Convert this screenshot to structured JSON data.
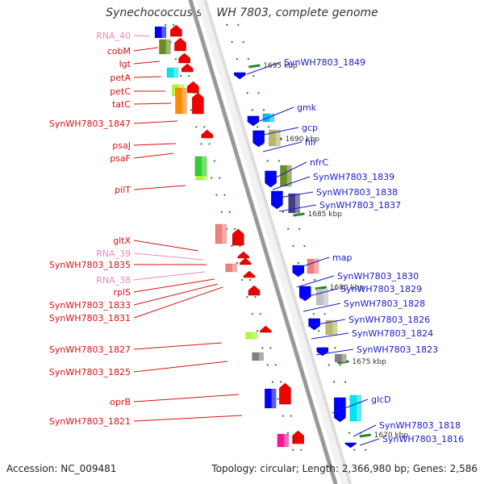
{
  "title": "Synechococcus sp. WH 7803, complete genome",
  "footer": {
    "accession": "Accession: NC_009481",
    "summary": "Topology: circular; Length: 2,366,980 bp; Genes: 2,586"
  },
  "colors": {
    "backbone": "#999999",
    "left_gene_label": "#dd1111",
    "left_rna_label": "#ee88bb",
    "right_gene_label": "#1a1acc",
    "tick": "#228822"
  },
  "coordinates": [
    {
      "label": "1695 kbp"
    },
    {
      "label": "1690 kbp"
    },
    {
      "label": "1685 kbp"
    },
    {
      "label": "1680 kbp"
    },
    {
      "label": "1675 kbp"
    },
    {
      "label": "1670 kbp"
    }
  ],
  "left_labels": [
    {
      "text": "RNA_40",
      "kind": "rna"
    },
    {
      "text": "cobM",
      "kind": "gene"
    },
    {
      "text": "lgt",
      "kind": "gene"
    },
    {
      "text": "petA",
      "kind": "gene"
    },
    {
      "text": "petC",
      "kind": "gene"
    },
    {
      "text": "tatC",
      "kind": "gene"
    },
    {
      "text": "SynWH7803_1847",
      "kind": "gene"
    },
    {
      "text": "psaJ",
      "kind": "gene"
    },
    {
      "text": "psaF",
      "kind": "gene"
    },
    {
      "text": "pilT",
      "kind": "gene"
    },
    {
      "text": "gltX",
      "kind": "gene"
    },
    {
      "text": "RNA_39",
      "kind": "rna"
    },
    {
      "text": "SynWH7803_1835",
      "kind": "gene"
    },
    {
      "text": "RNA_38",
      "kind": "rna"
    },
    {
      "text": "rplS",
      "kind": "gene"
    },
    {
      "text": "SynWH7803_1833",
      "kind": "gene"
    },
    {
      "text": "SynWH7803_1831",
      "kind": "gene"
    },
    {
      "text": "SynWH7803_1827",
      "kind": "gene"
    },
    {
      "text": "SynWH7803_1825",
      "kind": "gene"
    },
    {
      "text": "oprB",
      "kind": "gene"
    },
    {
      "text": "SynWH7803_1821",
      "kind": "gene"
    }
  ],
  "right_labels": [
    {
      "text": "SynWH7803_1849"
    },
    {
      "text": "gmk"
    },
    {
      "text": "gcp"
    },
    {
      "text": "hli"
    },
    {
      "text": "nfrC"
    },
    {
      "text": "SynWH7803_1839"
    },
    {
      "text": "SynWH7803_1838"
    },
    {
      "text": "SynWH7803_1837"
    },
    {
      "text": "map"
    },
    {
      "text": "SynWH7803_1830"
    },
    {
      "text": "SynWH7803_1829"
    },
    {
      "text": "SynWH7803_1828"
    },
    {
      "text": "SynWH7803_1826"
    },
    {
      "text": "SynWH7803_1824"
    },
    {
      "text": "SynWH7803_1823"
    },
    {
      "text": "glcD"
    },
    {
      "text": "SynWH7803_1818"
    },
    {
      "text": "SynWH7803_1816"
    }
  ],
  "features": [
    {
      "strand": "left-inner",
      "color": "#0000ff"
    },
    {
      "strand": "left-outer",
      "color": "#ee0000"
    },
    {
      "strand": "left-inner",
      "color": "#6b8e23"
    },
    {
      "strand": "left-outer",
      "color": "#ee0000"
    },
    {
      "strand": "left-outer",
      "color": "#ee0000"
    },
    {
      "strand": "left-inner",
      "color": "#00e5ee"
    },
    {
      "strand": "left-outer",
      "color": "#ee0000"
    },
    {
      "strand": "left-inner",
      "color": "#adff2f"
    },
    {
      "strand": "left-outer",
      "color": "#ee0000"
    },
    {
      "strand": "left-inner",
      "color": "#ff8c00"
    },
    {
      "strand": "left-outer",
      "color": "#ee0000"
    },
    {
      "strand": "left-outer",
      "color": "#ee0000"
    },
    {
      "strand": "left-inner",
      "color": "#adff2f"
    },
    {
      "strand": "left-inner",
      "color": "#32cd32"
    },
    {
      "strand": "left-outer",
      "color": "#ee0000"
    },
    {
      "strand": "left-inner",
      "color": "#f08080"
    },
    {
      "strand": "left-outer",
      "color": "#ee0000"
    },
    {
      "strand": "left-outer",
      "color": "#ee0000"
    },
    {
      "strand": "left-inner",
      "color": "#f08080"
    },
    {
      "strand": "left-outer",
      "color": "#ee0000"
    },
    {
      "strand": "left-inner",
      "color": "#adff2f"
    },
    {
      "strand": "left-inner",
      "color": "#808080"
    },
    {
      "strand": "left-outer",
      "color": "#ee0000"
    },
    {
      "strand": "left-outer",
      "color": "#ee0000"
    },
    {
      "strand": "left-inner",
      "color": "#0000ff"
    },
    {
      "strand": "left-outer",
      "color": "#ee0000"
    },
    {
      "strand": "left-inner",
      "color": "#ff1493"
    },
    {
      "strand": "left-outer",
      "color": "#ee0000"
    },
    {
      "strand": "right-inner",
      "color": "#0000ff"
    },
    {
      "strand": "right-inner",
      "color": "#0000ff"
    },
    {
      "strand": "right-outer",
      "color": "#00bfff"
    },
    {
      "strand": "right-inner",
      "color": "#0000ff"
    },
    {
      "strand": "right-outer",
      "color": "#bdb76b"
    },
    {
      "strand": "right-inner",
      "color": "#0000ff"
    },
    {
      "strand": "right-outer",
      "color": "#6b8e23"
    },
    {
      "strand": "right-inner",
      "color": "#0000ff"
    },
    {
      "strand": "right-outer",
      "color": "#483d8b"
    },
    {
      "strand": "right-inner",
      "color": "#0000ff"
    },
    {
      "strand": "right-outer",
      "color": "#f08080"
    },
    {
      "strand": "right-inner",
      "color": "#0000ff"
    },
    {
      "strand": "right-outer",
      "color": "#c0c0c0"
    },
    {
      "strand": "right-inner",
      "color": "#0000ff"
    },
    {
      "strand": "right-outer",
      "color": "#bdb76b"
    },
    {
      "strand": "right-inner",
      "color": "#0000ff"
    },
    {
      "strand": "right-outer",
      "color": "#808080"
    },
    {
      "strand": "right-inner",
      "color": "#0000ff"
    },
    {
      "strand": "right-outer",
      "color": "#00e5ee"
    },
    {
      "strand": "right-inner",
      "color": "#0000ff"
    }
  ]
}
